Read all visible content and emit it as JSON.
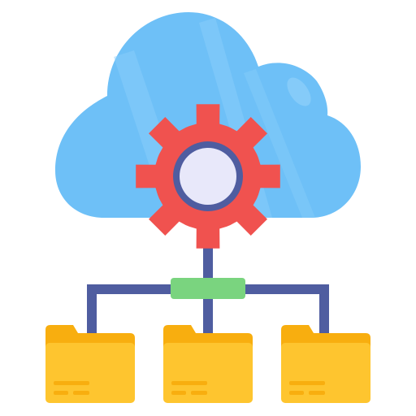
{
  "icon": {
    "subject": "cloud-gear-folder-network",
    "colors": {
      "cloud": "#6EC0F7",
      "cloud_highlight": "#8FD0FA",
      "gear": "#F0524F",
      "gear_ring": "#4F5DA0",
      "gear_center": "#E8E8FA",
      "connector": "#4F5DA0",
      "hub": "#7AD47F",
      "folder_back": "#F8AE0F",
      "folder_front": "#FEC52F",
      "folder_lines": "#F8AE0F"
    },
    "folders": [
      {
        "id": "folder-left"
      },
      {
        "id": "folder-center"
      },
      {
        "id": "folder-right"
      }
    ]
  }
}
